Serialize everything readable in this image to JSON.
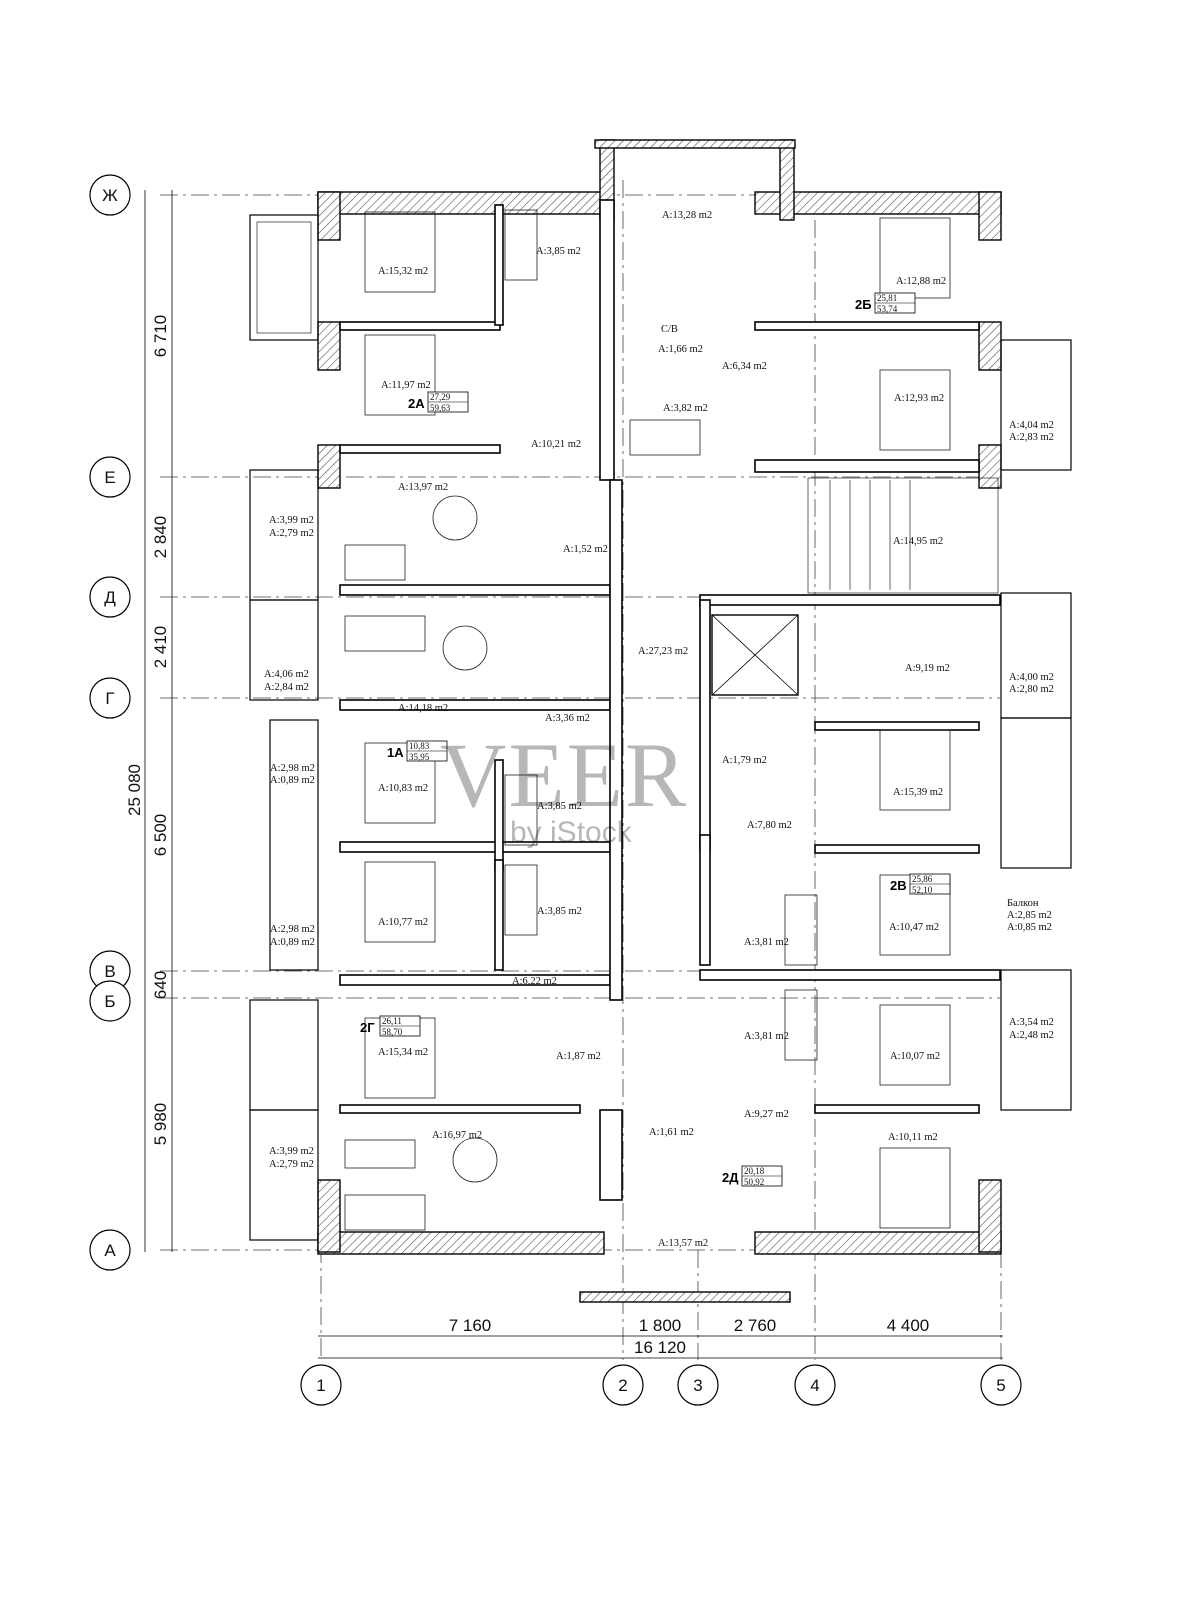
{
  "axes_vertical": [
    "1",
    "2",
    "3",
    "4",
    "5"
  ],
  "axes_horizontal": [
    "Ж",
    "Е",
    "Д",
    "Г",
    "В",
    "Б",
    "А"
  ],
  "dimensions_bottom": [
    "7 160",
    "1 800",
    "2 760",
    "4 400",
    "16 120"
  ],
  "dimensions_left": [
    "6 710",
    "2 840",
    "2 410",
    "6 500",
    "640",
    "5 980",
    "25 080"
  ],
  "rooms": [
    "A:13,28 m2",
    "A:3,85 m2",
    "A:15,32 m2",
    "A:12,88 m2",
    "C/B",
    "A:1,66 m2",
    "A:11,97 m2",
    "A:6,34 m2",
    "A:3,82 m2",
    "A:12,93 m2",
    "A:4,04 m2",
    "A:2,83 m2",
    "A:10,21 m2",
    "A:13,97 m2",
    "A:3,99 m2",
    "A:2,79 m2",
    "A:1,52 m2",
    "A:14,95 m2",
    "A:27,23 m2",
    "A:9,19 m2",
    "A:4,06 m2",
    "A:2,84 m2",
    "A:4,00 m2",
    "A:2,80 m2",
    "A:14,18 m2",
    "A:3,36 m2",
    "A:1,79 m2",
    "A:2,98 m2",
    "A:0,89 m2",
    "A:10,83 m2",
    "A:15,39 m2",
    "A:3,85 m2",
    "A:7,80 m2",
    "A:2,98 m2",
    "A:0,89 m2",
    "A:10,77 m2",
    "A:3,85 m2",
    "A:3,81 m2",
    "A:10,47 m2",
    "Балкон",
    "A:2,85 m2",
    "A:0,85 m2",
    "A:6,22 m2",
    "A:15,34 m2",
    "A:1,87 m2",
    "A:3,81 m2",
    "A:10,07 m2",
    "A:3,54 m2",
    "A:2,48 m2",
    "A:16,97 m2",
    "A:1,61 m2",
    "A:9,27 m2",
    "A:10,11 m2",
    "A:3,99 m2",
    "A:2,79 m2",
    "A:13,57 m2"
  ],
  "apartments": [
    {
      "code": "2А",
      "living": "27,29",
      "total": "59,63"
    },
    {
      "code": "2Б",
      "living": "25,81",
      "total": "53,74"
    },
    {
      "code": "1А",
      "living": "10,83",
      "total": "35,95"
    },
    {
      "code": "2В",
      "living": "25,86",
      "total": "52,10"
    },
    {
      "code": "2Г",
      "living": "26,11",
      "total": "58,70"
    },
    {
      "code": "2Д",
      "living": "20,18",
      "total": "50,92"
    }
  ],
  "watermark": {
    "main": "VEER",
    "sub": "by iStock"
  }
}
